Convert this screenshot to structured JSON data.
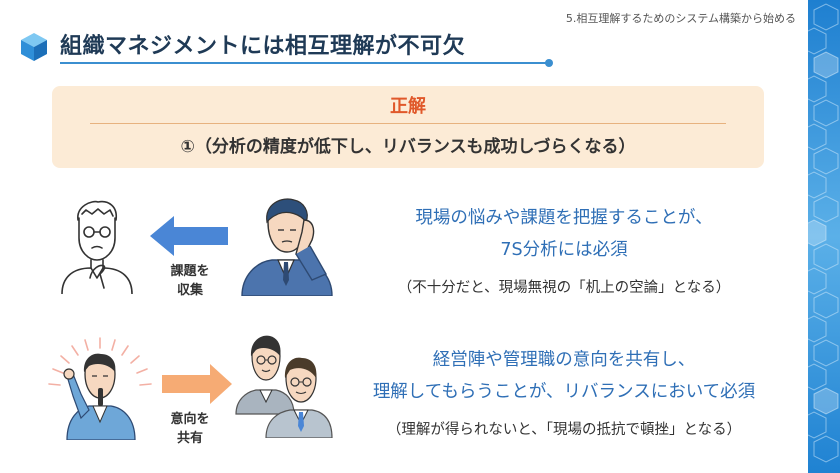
{
  "header": {
    "breadcrumb": "5.相互理解するためのシステム構築から始める",
    "title": "組織マネジメントには相互理解が不可欠"
  },
  "answer": {
    "label": "正解",
    "text": "①（分析の精度が低下し、リバランスも成功しづらくなる）"
  },
  "row1": {
    "action_line1": "課題を",
    "action_line2": "収集",
    "message_line1": "現場の悩みや課題を把握することが、",
    "message_line2": "7S分析には必須",
    "note": "（不十分だと、現場無視の「机上の空論」となる）"
  },
  "row2": {
    "action_line1": "意向を",
    "action_line2": "共有",
    "message_line1": "経営陣や管理職の意向を共有し、",
    "message_line2": "理解してもらうことが、リバランスにおいて必須",
    "note": "（理解が得られないと、「現場の抵抗で頓挫」となる）"
  },
  "colors": {
    "title": "#1f3a56",
    "accent_blue": "#2f6fb6",
    "answer_orange": "#e0582a",
    "answer_bg": "#fcebd6",
    "arrow_blue": "#4a86d6",
    "arrow_orange": "#f6ab74"
  }
}
